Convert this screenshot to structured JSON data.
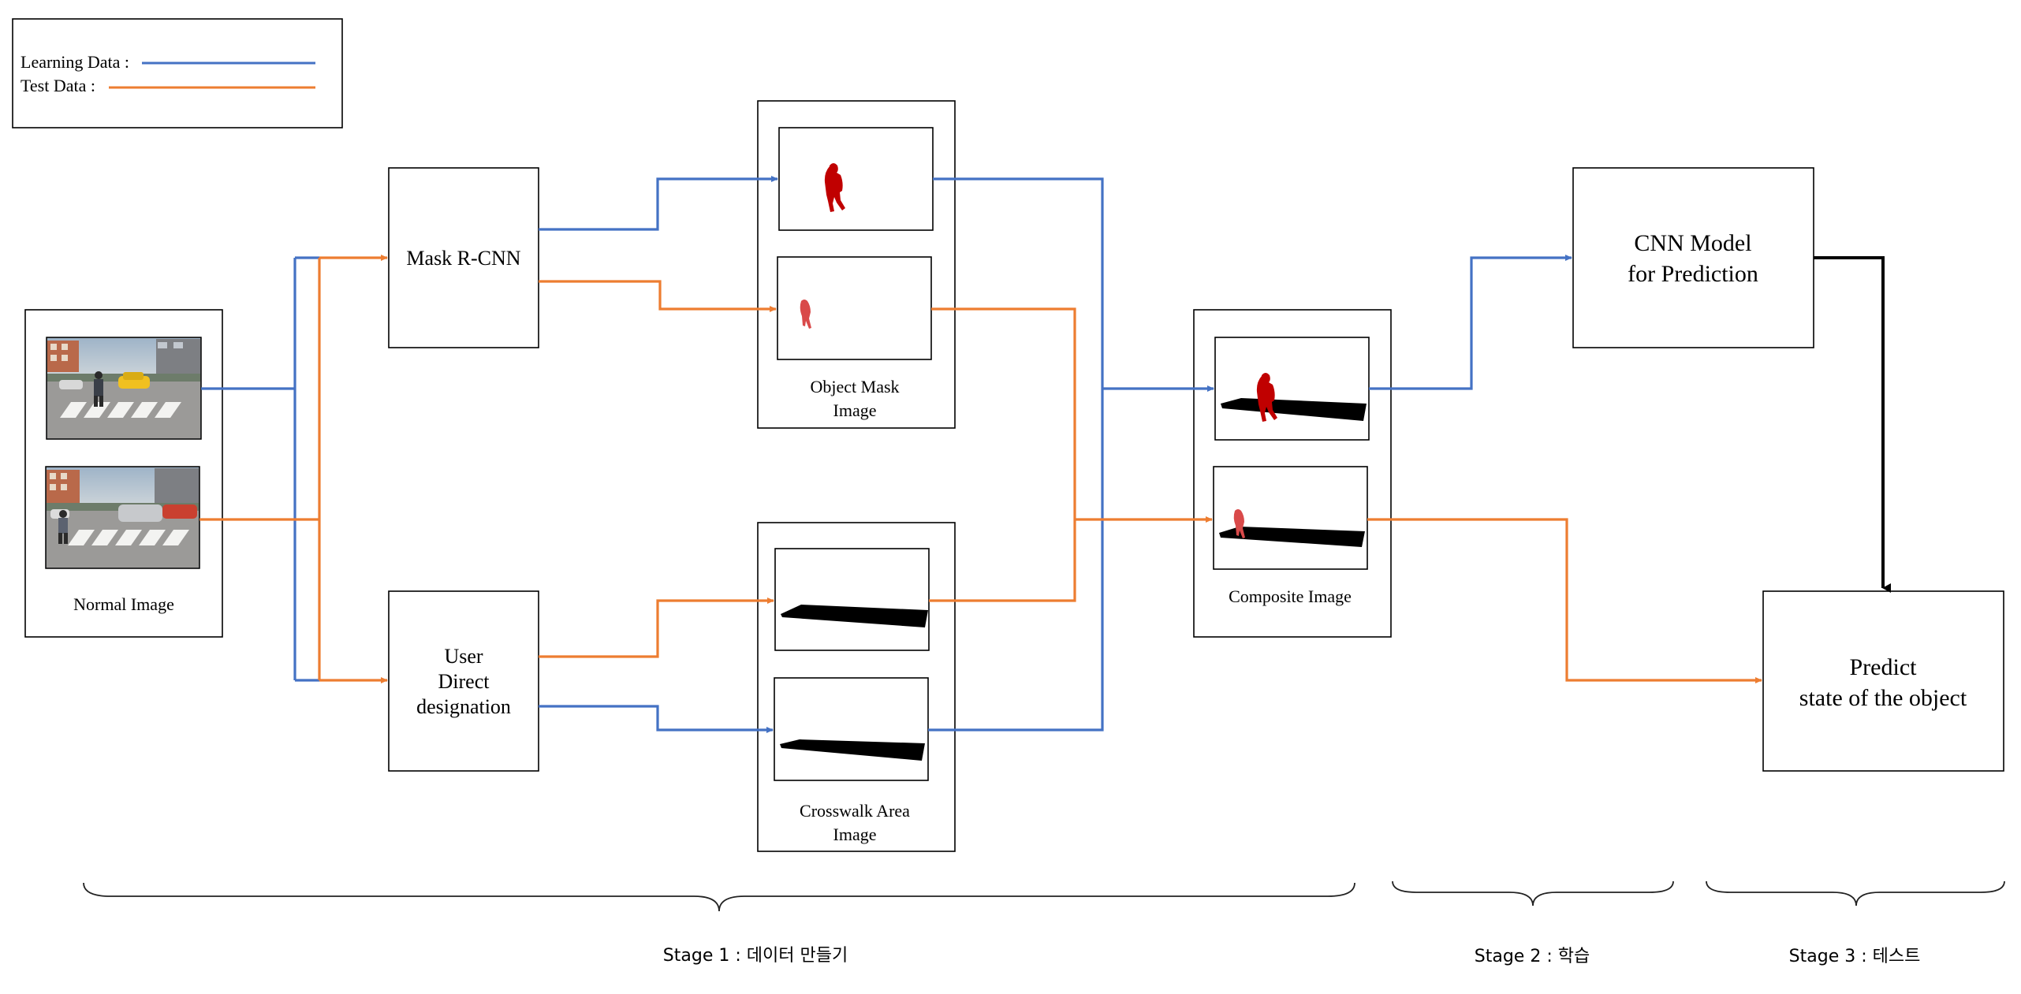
{
  "legend": {
    "learning_label": "Learning Data :",
    "test_label": "Test Data :"
  },
  "nodes": {
    "normal_image": "Normal Image",
    "mask_rcnn": "Mask R-CNN",
    "user_direct": [
      "User",
      "Direct",
      "designation"
    ],
    "object_mask": [
      "Object Mask",
      "Image"
    ],
    "crosswalk_area": [
      "Crosswalk Area",
      "Image"
    ],
    "composite_image": "Composite Image",
    "cnn_model": [
      "CNN Model",
      "for Prediction"
    ],
    "predict": [
      "Predict",
      "state of the object"
    ]
  },
  "stages": {
    "stage1": "Stage 1 : 데이터 만들기",
    "stage2": "Stage 2 :  학습",
    "stage3": "Stage 3 :  테스트"
  },
  "colors": {
    "learning": "#4472C4",
    "test": "#ED7D31",
    "mask_learning": "#C00000",
    "mask_test": "#D94A4A",
    "black_arrow": "#000000"
  }
}
